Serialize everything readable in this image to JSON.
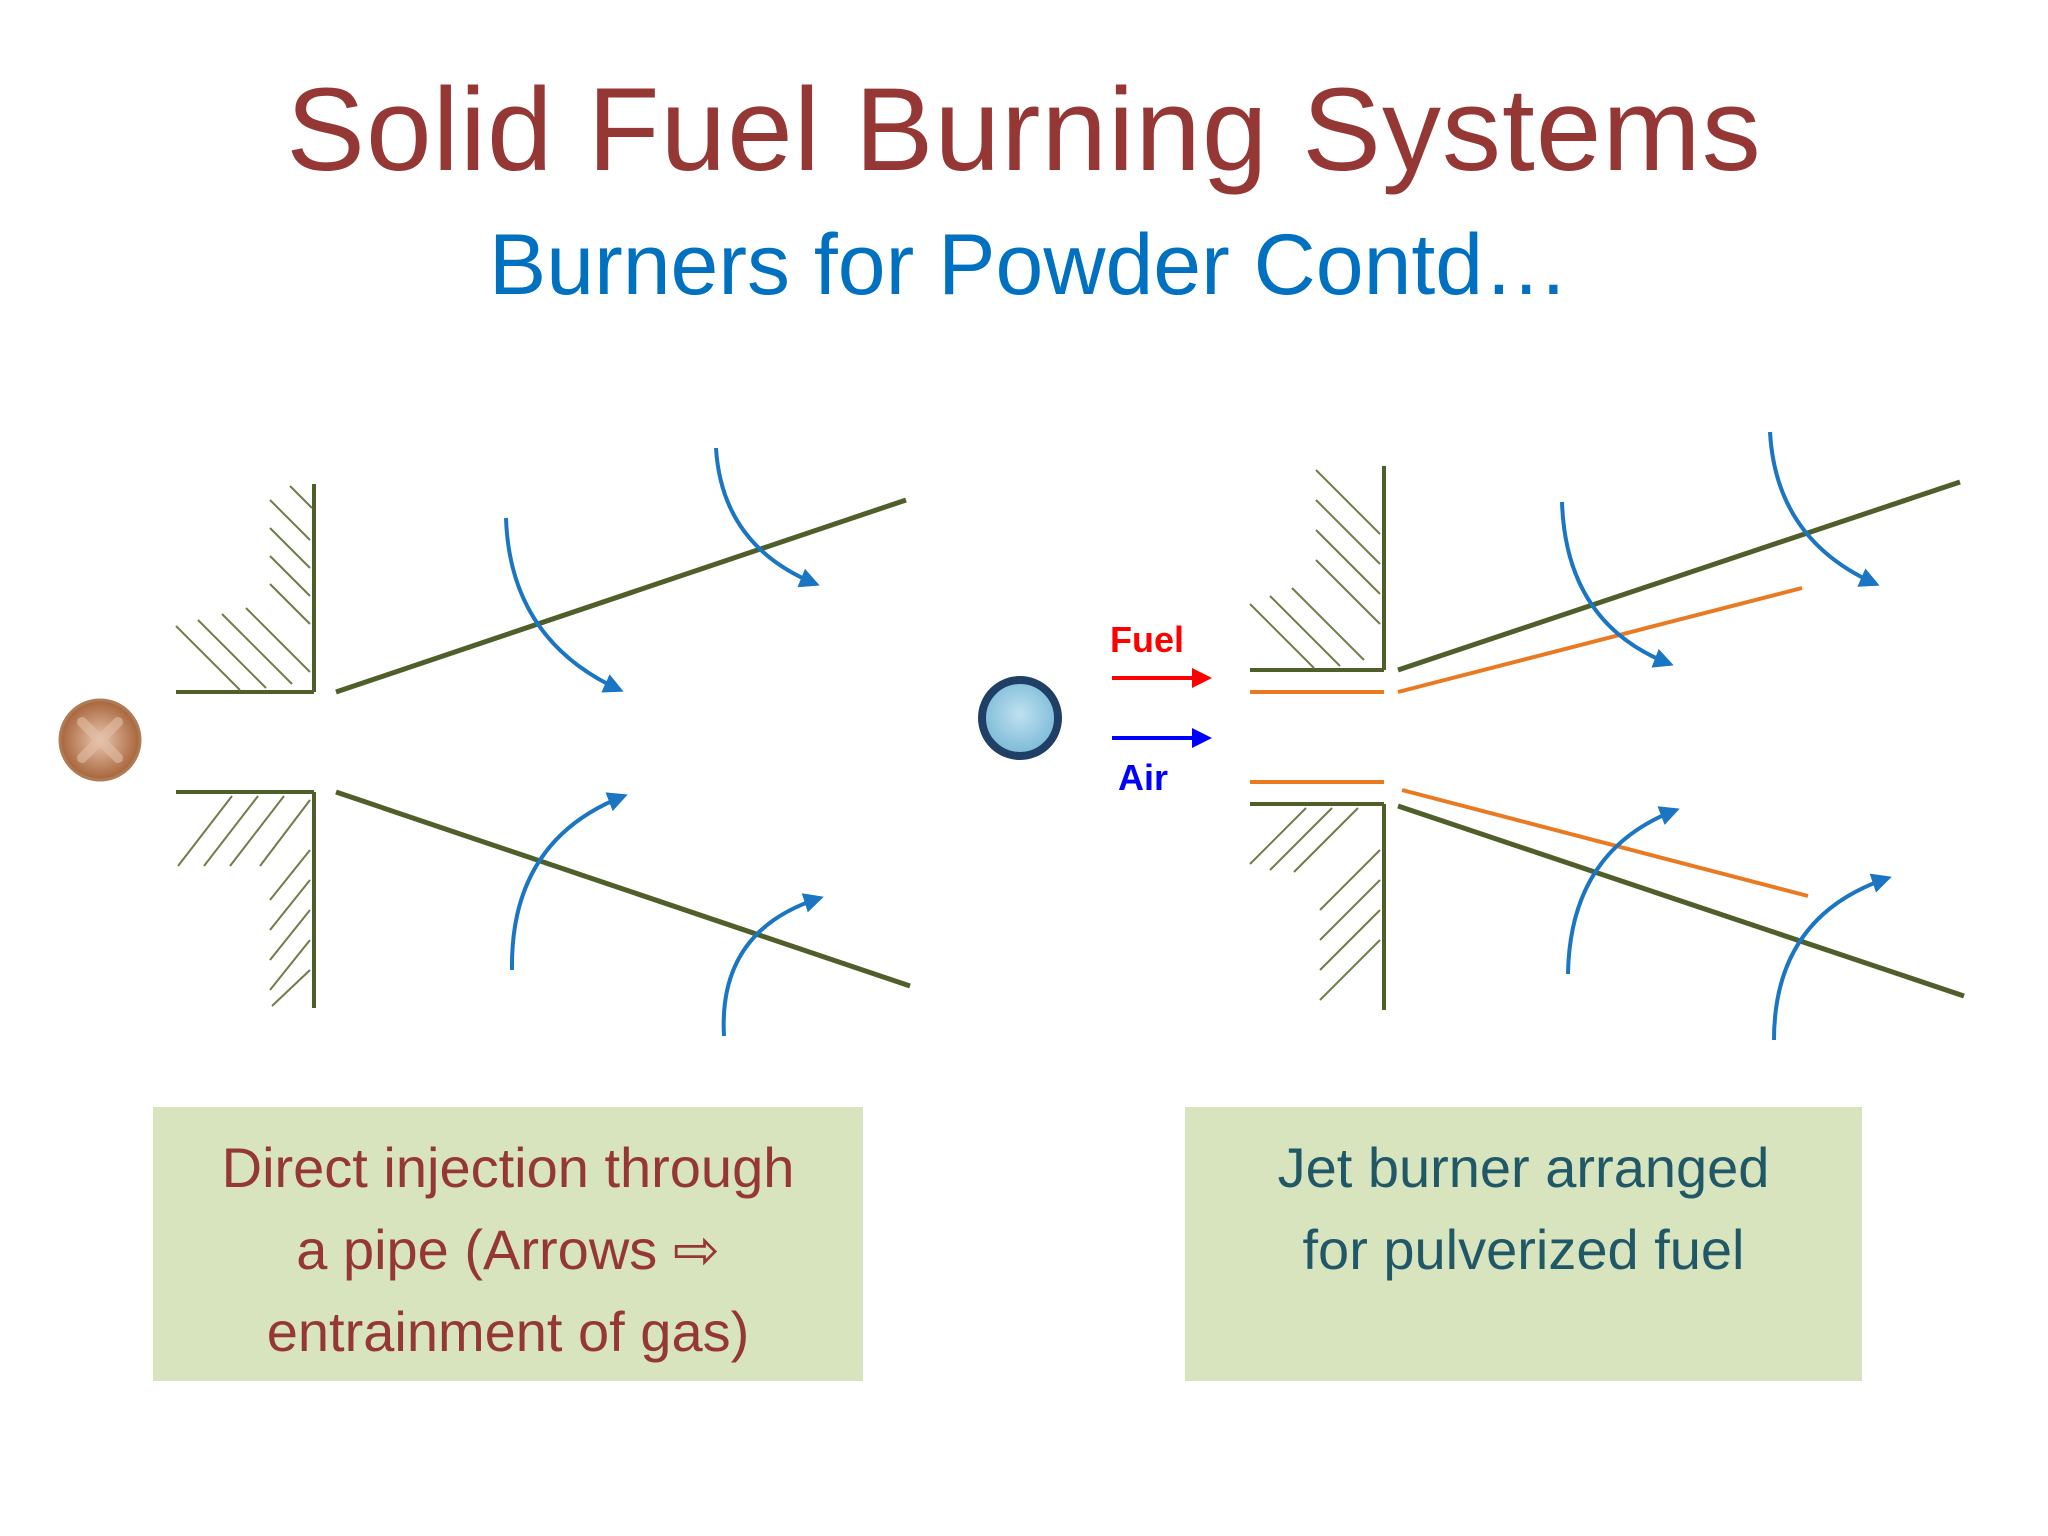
{
  "slide": {
    "title": "Solid Fuel Burning Systems",
    "subtitle": "Burners for Powder Contd…"
  },
  "diagram_right": {
    "fuel_label": "Fuel",
    "air_label": "Air"
  },
  "captions": {
    "left": [
      "Direct injection through",
      "a pipe (Arrows ⇨",
      "entrainment of gas)"
    ],
    "right": [
      "Jet burner arranged",
      "for pulverized fuel"
    ]
  },
  "colors": {
    "title": "#953735",
    "subtitle": "#0070c0",
    "wall_line": "#4f5f2a",
    "entrainment_arrow": "#1a75c2",
    "inner_jet_line": "#e97a22",
    "fuel_arrow": "#ff0000",
    "air_arrow": "#0000ff",
    "caption_box": "#d7e4bd"
  }
}
